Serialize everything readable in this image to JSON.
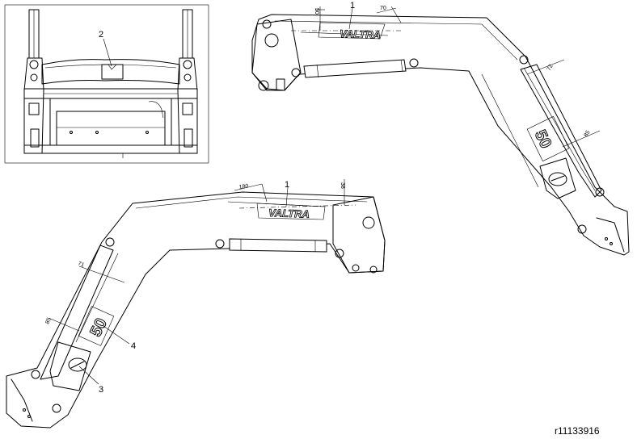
{
  "callouts": {
    "label_1": "1",
    "label_2": "2",
    "label_3": "3",
    "label_4": "4"
  },
  "dimensions": {
    "top_right_50": "50",
    "top_right_70": "70",
    "top_right_72": "72",
    "top_right_85": "85",
    "bottom_left_180": "180",
    "bottom_left_38": "38",
    "bottom_left_71": "71",
    "bottom_left_85": "85"
  },
  "decals": {
    "brand": "VALTRA",
    "size_number": "50"
  },
  "reference_code": "r11133916"
}
